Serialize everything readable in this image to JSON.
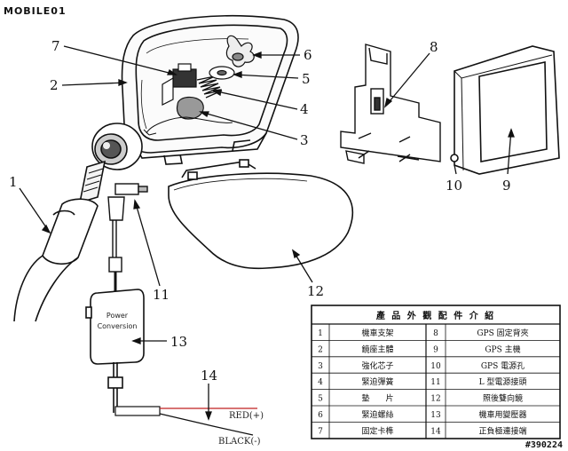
{
  "logo": {
    "text": "MOBILE01"
  },
  "watermark": "#390224",
  "callouts": [
    "1",
    "2",
    "3",
    "4",
    "5",
    "6",
    "7",
    "8",
    "9",
    "10",
    "11",
    "12",
    "13",
    "14"
  ],
  "adapter_label": [
    "Power",
    "Conversion"
  ],
  "wires": {
    "red": "RED(+)",
    "black": "BLACK(-)"
  },
  "parts_table": {
    "title": "產 品 外 觀 配 件 介 紹",
    "rows": [
      [
        "1",
        "機車支架",
        "8",
        "GPS 固定背夾"
      ],
      [
        "2",
        "鏡座主體",
        "9",
        "GPS 主機"
      ],
      [
        "3",
        "強化芯子",
        "10",
        "GPS 電源孔"
      ],
      [
        "4",
        "緊迫彈簧",
        "11",
        "L 型電源接頭"
      ],
      [
        "5",
        "墊　　片",
        "12",
        "照後雙向鏡"
      ],
      [
        "6",
        "緊迫螺絲",
        "13",
        "機車用變壓器"
      ],
      [
        "7",
        "固定卡榫",
        "14",
        "正負極連接端"
      ]
    ]
  }
}
